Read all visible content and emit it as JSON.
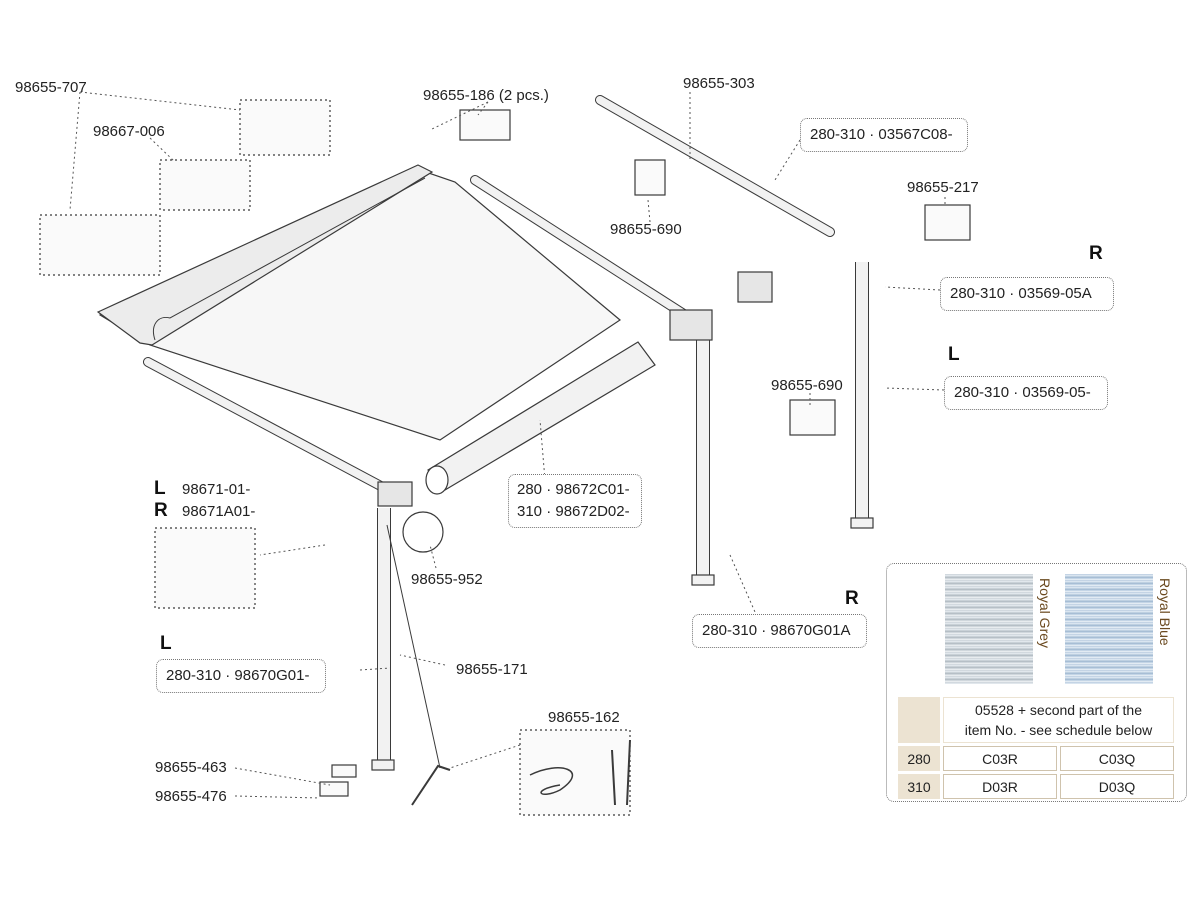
{
  "labels": {
    "p707": "98655-707",
    "p006": "98667-006",
    "p186": "98655-186 (2 pcs.)",
    "p303": "98655-303",
    "p690a": "98655-690",
    "p217": "98655-217",
    "p690b": "98655-690",
    "p952": "98655-952",
    "p171": "98655-171",
    "p162": "98655-162",
    "p463": "98655-463",
    "p476": "98655-476",
    "p01": "98671-01-",
    "pA01": "98671A01-"
  },
  "boxes": {
    "b_c08": "280-310 · 03567C08-",
    "b_05a": "280-310 · 03569-05A",
    "b_05": "280-310 · 03569-05-",
    "b_tube1": "280 · 98672C01-",
    "b_tube2": "310 · 98672D02-",
    "b_g01a": "280-310 · 98670G01A",
    "b_g01": "280-310 · 98670G01-"
  },
  "side": {
    "R1": "R",
    "L1": "L",
    "L2": "L",
    "R2": "R",
    "R3": "R",
    "L3": "L"
  },
  "legend": {
    "grey_name": "Royal Grey",
    "blue_name": "Royal Blue",
    "header_line1": "05528 + second part of the",
    "header_line2": "item No. - see schedule below",
    "rows": [
      {
        "size": "280",
        "grey": "C03R",
        "blue": "C03Q"
      },
      {
        "size": "310",
        "grey": "D03R",
        "blue": "D03Q"
      }
    ]
  },
  "colors": {
    "line": "#3a3a3a",
    "tube_fill": "#f2f2f2",
    "canvas_fill": "#f7f7f7",
    "grey_fabric": "#c8cfd5",
    "blue_fabric": "#b8cbe0",
    "schedule_header": "#ece3d2"
  }
}
